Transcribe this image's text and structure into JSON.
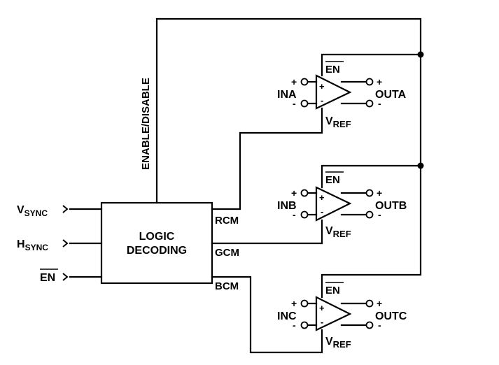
{
  "logic_block": {
    "line1": "LOGIC",
    "line2": "DECODING"
  },
  "inputs": {
    "vsync": {
      "main": "V",
      "sub": "SYNC"
    },
    "hsync": {
      "main": "H",
      "sub": "SYNC"
    },
    "en": "EN"
  },
  "enable_label": "ENABLE/DISABLE",
  "channels": [
    {
      "ctrl": "RCM",
      "in": "INA",
      "out": "OUTA",
      "en": "EN",
      "vref": {
        "main": "V",
        "sub": "REF"
      },
      "plus": "+",
      "minus": "-"
    },
    {
      "ctrl": "GCM",
      "in": "INB",
      "out": "OUTB",
      "en": "EN",
      "vref": {
        "main": "V",
        "sub": "REF"
      },
      "plus": "+",
      "minus": "-"
    },
    {
      "ctrl": "BCM",
      "in": "INC",
      "out": "OUTC",
      "en": "EN",
      "vref": {
        "main": "V",
        "sub": "REF"
      },
      "plus": "+",
      "minus": "-"
    }
  ]
}
